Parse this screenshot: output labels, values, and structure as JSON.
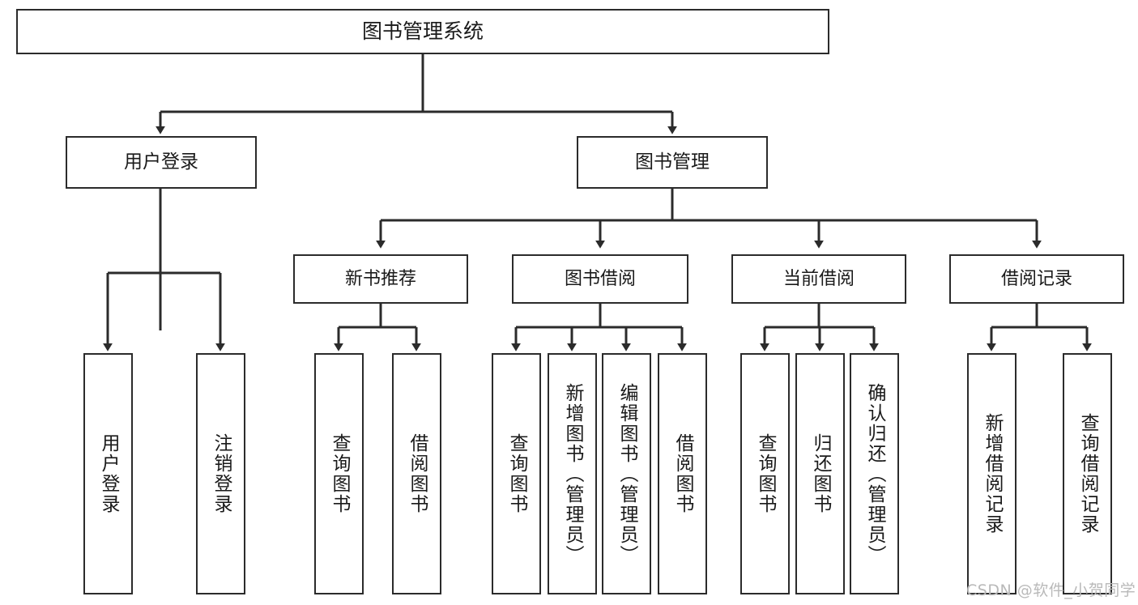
{
  "diagram": {
    "type": "tree",
    "title": "图书管理系统",
    "root": {
      "id": "root",
      "label": "图书管理系统"
    },
    "level2": [
      {
        "id": "user-login",
        "label": "用户登录"
      },
      {
        "id": "book-manage",
        "label": "图书管理"
      }
    ],
    "level3": [
      {
        "id": "new-book-recommend",
        "label": "新书推荐",
        "parent": "book-manage"
      },
      {
        "id": "book-borrow",
        "label": "图书借阅",
        "parent": "book-manage"
      },
      {
        "id": "current-borrow",
        "label": "当前借阅",
        "parent": "book-manage"
      },
      {
        "id": "borrow-record",
        "label": "借阅记录",
        "parent": "book-manage"
      }
    ],
    "leaves": [
      {
        "id": "leaf-user-login",
        "label": "用户登录",
        "parent": "user-login"
      },
      {
        "id": "leaf-logout-login",
        "label": "注销登录",
        "parent": "user-login"
      },
      {
        "id": "leaf-query-book-1",
        "label": "查询图书",
        "parent": "new-book-recommend"
      },
      {
        "id": "leaf-borrow-book-1",
        "label": "借阅图书",
        "parent": "new-book-recommend"
      },
      {
        "id": "leaf-query-book-2",
        "label": "查询图书",
        "parent": "book-borrow"
      },
      {
        "id": "leaf-add-book",
        "label": "新增图书（管理员）",
        "parent": "book-borrow"
      },
      {
        "id": "leaf-edit-book",
        "label": "编辑图书（管理员）",
        "parent": "book-borrow"
      },
      {
        "id": "leaf-borrow-book-2",
        "label": "借阅图书",
        "parent": "book-borrow"
      },
      {
        "id": "leaf-query-book-3",
        "label": "查询图书",
        "parent": "current-borrow"
      },
      {
        "id": "leaf-return-book",
        "label": "归还图书",
        "parent": "current-borrow"
      },
      {
        "id": "leaf-confirm-return",
        "label": "确认归还（管理员）",
        "parent": "current-borrow"
      },
      {
        "id": "leaf-add-record",
        "label": "新增借阅记录",
        "parent": "borrow-record"
      },
      {
        "id": "leaf-query-record",
        "label": "查询借阅记录",
        "parent": "borrow-record"
      }
    ],
    "colors": {
      "stroke": "#2b2b2b",
      "fill": "#ffffff",
      "text": "#1a1a1a",
      "watermark": "#b9b9b9"
    }
  },
  "watermark": {
    "text": "CSDN @软件_小贺同学"
  }
}
